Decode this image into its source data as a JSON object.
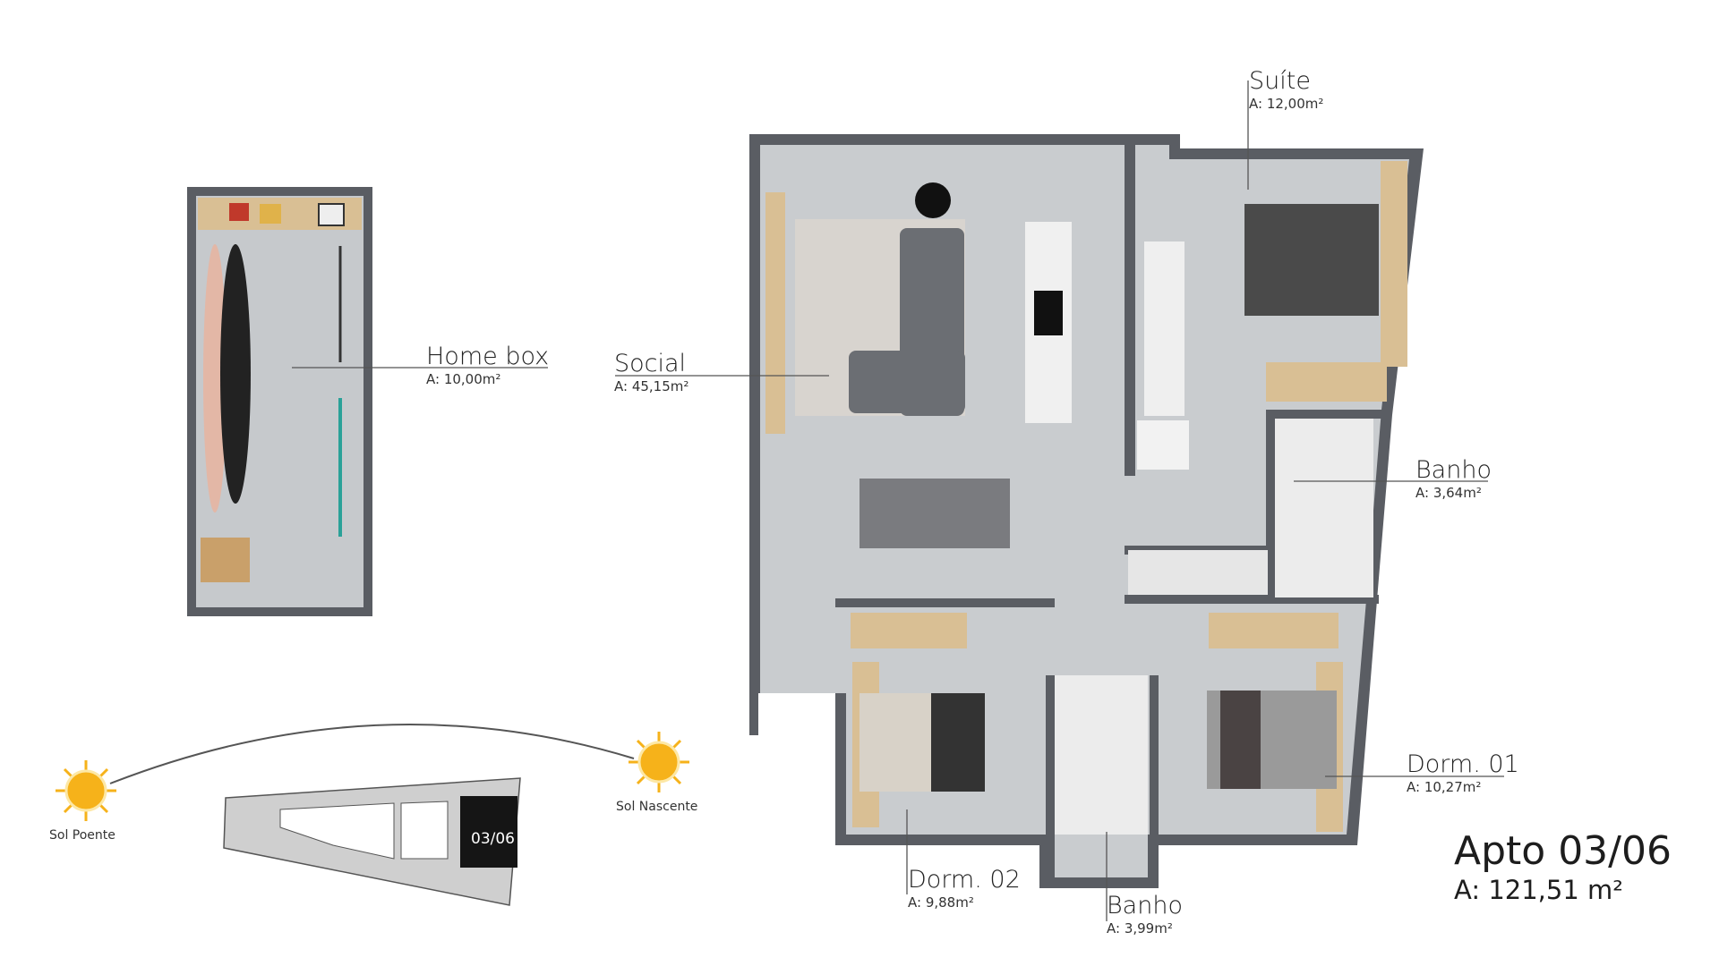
{
  "apartment": {
    "title": "Apto 03/06",
    "area": "A: 121,51 m²"
  },
  "rooms": {
    "home_box": {
      "name": "Home box",
      "area": "A: 10,00m²"
    },
    "social": {
      "name": "Social",
      "area": "A: 45,15m²"
    },
    "suite": {
      "name": "Suíte",
      "area": "A: 12,00m²"
    },
    "banho_suite": {
      "name": "Banho",
      "area": "A: 3,64m²"
    },
    "dorm01": {
      "name": "Dorm. 01",
      "area": "A: 10,27m²"
    },
    "dorm02": {
      "name": "Dorm. 02",
      "area": "A: 9,88m²"
    },
    "banho_social": {
      "name": "Banho",
      "area": "A: 3,99m²"
    }
  },
  "orientation": {
    "sunset": "Sol Poente",
    "sunrise": "Sol Nascente",
    "unit_tag": "03/06"
  },
  "colors": {
    "wall": "#5a5d63",
    "floor": "#c9cccf",
    "wood": "#d9bf94",
    "sun": "#f6b21a"
  }
}
